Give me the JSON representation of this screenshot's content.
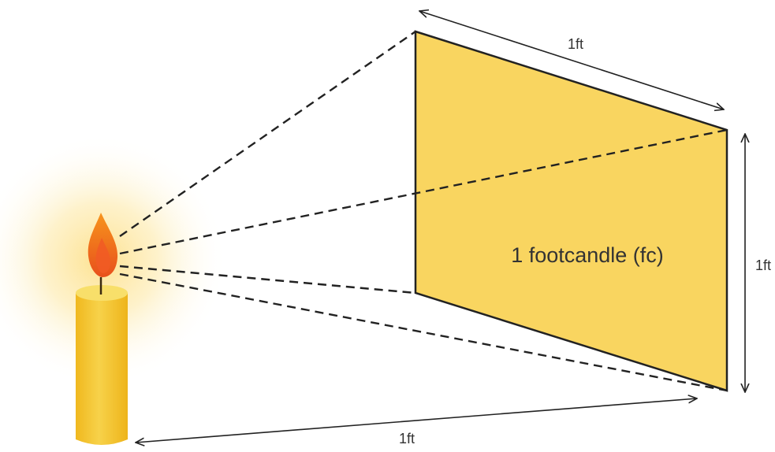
{
  "diagram": {
    "surface_label": "1 footcandle (fc)",
    "top_dimension": "1ft",
    "side_dimension": "1ft",
    "bottom_dimension": "1ft"
  },
  "colors": {
    "surface_fill": "#f9d560",
    "candle_body": "#f3c630",
    "candle_top": "#f8df6a",
    "flame_outer": "#f26522",
    "flame_inner": "#fbb040",
    "glow": "#fde9a8",
    "line": "#222222",
    "text": "#333333"
  }
}
